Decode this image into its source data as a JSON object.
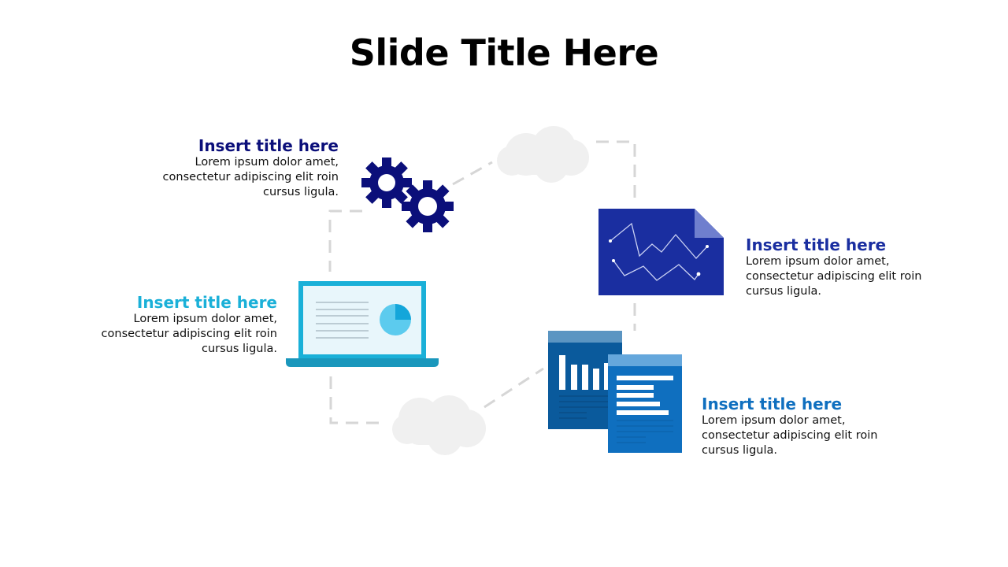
{
  "slide": {
    "title": "Slide Title Here"
  },
  "colors": {
    "navy": "#0b0f7a",
    "royal_blue": "#1a2ea0",
    "cyan": "#1ab0d8",
    "medium_blue": "#0f6fbf",
    "cloud": "#f0f0f0",
    "connector": "#d6d6d6"
  },
  "items": [
    {
      "icon": "gears-icon",
      "title": "Insert title here",
      "body_line1": "Lorem ipsum dolor amet,",
      "body_line2": "consectetur adipiscing elit roin",
      "body_line3": "cursus ligula."
    },
    {
      "icon": "line-chart-document-icon",
      "title": "Insert title here",
      "body_line1": "Lorem ipsum dolor amet,",
      "body_line2": "consectetur adipiscing elit roin",
      "body_line3": "cursus ligula."
    },
    {
      "icon": "laptop-presentation-icon",
      "title": "Insert title here",
      "body_line1": "Lorem ipsum dolor amet,",
      "body_line2": "consectetur adipiscing elit roin",
      "body_line3": "cursus ligula."
    },
    {
      "icon": "report-documents-icon",
      "title": "Insert title here",
      "body_line1": "Lorem ipsum dolor amet,",
      "body_line2": "consectetur adipiscing elit roin",
      "body_line3": "cursus ligula."
    }
  ],
  "decorations": {
    "clouds": [
      "cloud-icon-top",
      "cloud-icon-bottom"
    ]
  }
}
